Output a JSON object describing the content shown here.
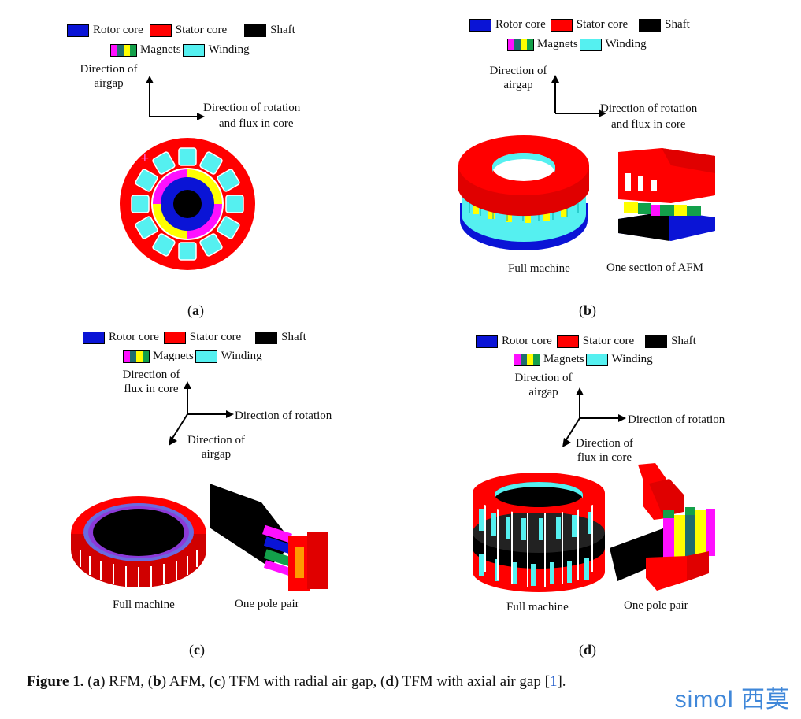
{
  "legend": {
    "rotor_core": "Rotor core",
    "stator_core": "Stator core",
    "shaft": "Shaft",
    "magnets": "Magnets",
    "winding": "Winding"
  },
  "colors": {
    "rotor_core": "#0a14d6",
    "stator_core": "#ff0000",
    "shaft": "#000000",
    "winding": "#55f0f0",
    "magnet_1": "#ff10ff",
    "magnet_2": "#1e6e6e",
    "magnet_3": "#ffff00",
    "magnet_4": "#13a04a"
  },
  "panel_a": {
    "dir_airgap": "Direction of airgap",
    "dir_rotation_1": "Direction of rotation",
    "dir_rotation_2": "and flux in core",
    "label": "a"
  },
  "panel_b": {
    "dir_airgap": "Direction of airgap",
    "dir_rotation_1": "Direction of rotation",
    "dir_rotation_2": "and flux in core",
    "caption_left": "Full machine",
    "caption_right": "One section of AFM",
    "label": "b"
  },
  "panel_c": {
    "dir_flux": "Direction of flux in core",
    "dir_rotation": "Direction of rotation",
    "dir_airgap": "Direction of airgap",
    "caption_left": "Full machine",
    "caption_right": "One pole pair",
    "label": "c"
  },
  "panel_d": {
    "dir_airgap": "Direction of airgap",
    "dir_rotation": "Direction of rotation",
    "dir_flux": "Direction of flux in core",
    "caption_left": "Full machine",
    "caption_right": "One pole pair",
    "label": "d"
  },
  "caption": {
    "figure": "Figure 1.",
    "a": "a",
    "a_text": "RFM,",
    "b": "b",
    "b_text": "AFM,",
    "c": "c",
    "c_text": "TFM with radial air gap,",
    "d": "d",
    "d_text": "TFM with axial air gap",
    "ref": "1"
  },
  "watermark": "simol 西莫"
}
